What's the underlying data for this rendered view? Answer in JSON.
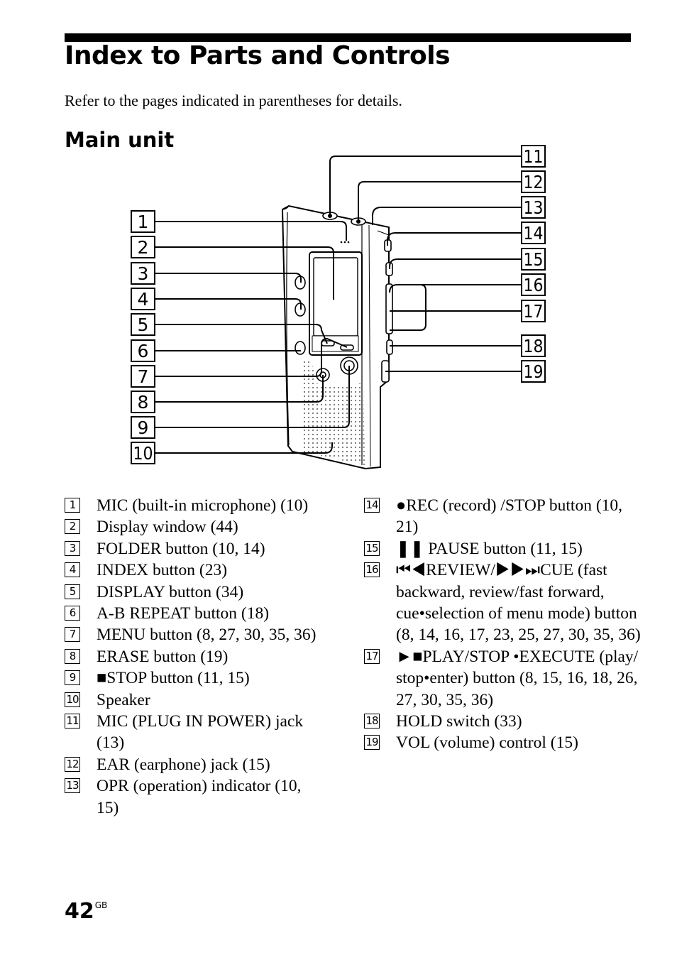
{
  "title": "Index to Parts and Controls",
  "intro": "Refer to the pages indicated in parentheses for details.",
  "section_title": "Main unit",
  "callout_numbers": [
    "1",
    "2",
    "3",
    "4",
    "5",
    "6",
    "7",
    "8",
    "9",
    "10",
    "11",
    "12",
    "13",
    "14",
    "15",
    "16",
    "17",
    "18",
    "19"
  ],
  "parts": [
    {
      "num": "1",
      "text": "MIC (built-in microphone) (10)"
    },
    {
      "num": "2",
      "text": "Display window (44)"
    },
    {
      "num": "3",
      "text": "FOLDER button (10, 14)"
    },
    {
      "num": "4",
      "text": "INDEX button (23)"
    },
    {
      "num": "5",
      "text": "DISPLAY button (34)"
    },
    {
      "num": "6",
      "text": "A-B REPEAT button (18)"
    },
    {
      "num": "7",
      "text": "MENU button (8, 27, 30, 35, 36)"
    },
    {
      "num": "8",
      "text": "ERASE button (19)"
    },
    {
      "num": "9",
      "text": "■STOP button (11, 15)"
    },
    {
      "num": "10",
      "text": "Speaker"
    },
    {
      "num": "11",
      "text": "MIC (PLUG IN POWER) jack (13)"
    },
    {
      "num": "12",
      "text": "EAR (earphone) jack (15)"
    },
    {
      "num": "13",
      "text": "OPR (operation) indicator (10, 15)"
    },
    {
      "num": "14",
      "text": "●REC (record) /STOP button (10, 21)"
    },
    {
      "num": "15",
      "text": "❚❚ PAUSE button (11, 15)"
    },
    {
      "num": "16",
      "text": "⏮◀REVIEW/▶▶⏭CUE (fast backward, review/fast forward, cue•selection of menu mode) button  (8, 14, 16, 17, 23, 25, 27, 30, 35, 36)"
    },
    {
      "num": "17",
      "text": "►■PLAY/STOP •EXECUTE (play/ stop•enter) button  (8, 15, 16, 18, 26, 27, 30, 35, 36)"
    },
    {
      "num": "18",
      "text": "HOLD switch (33)"
    },
    {
      "num": "19",
      "text": "VOL (volume) control (15)"
    }
  ],
  "page_number": "42",
  "page_suffix": "GB"
}
